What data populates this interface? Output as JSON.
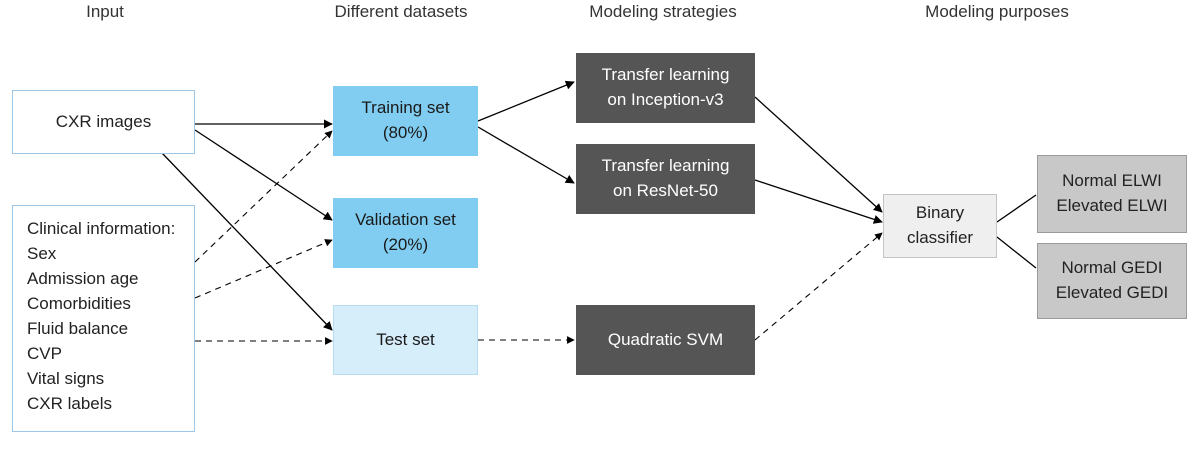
{
  "headers": {
    "input": "Input",
    "datasets": "Different datasets",
    "strategies": "Modeling strategies",
    "purposes": "Modeling purposes"
  },
  "input": {
    "cxr": "CXR images",
    "clinical_title": "Clinical information:",
    "clinical_items": [
      "Sex",
      "Admission age",
      "Comorbidities",
      "Fluid balance",
      "CVP",
      "Vital signs",
      "CXR labels"
    ]
  },
  "datasets": {
    "training": [
      "Training set",
      "(80%)"
    ],
    "validation": [
      "Validation set",
      "(20%)"
    ],
    "test": "Test set"
  },
  "models": {
    "inception": [
      "Transfer learning",
      "on Inception-v3"
    ],
    "resnet": [
      "Transfer learning",
      "on ResNet-50"
    ],
    "svm": "Quadratic SVM"
  },
  "classifier": [
    "Binary",
    "classifier"
  ],
  "outcomes": {
    "elwi": [
      "Normal ELWI",
      "Elevated ELWI"
    ],
    "gedi": [
      "Normal GEDI",
      "Elevated GEDI"
    ]
  },
  "colors": {
    "dataset_blue": "#80cdf1",
    "dataset_light": "#d6edfa",
    "model_dark": "#555555",
    "classifier_fill": "#efefef",
    "outcome_fill": "#c8c8c8"
  }
}
